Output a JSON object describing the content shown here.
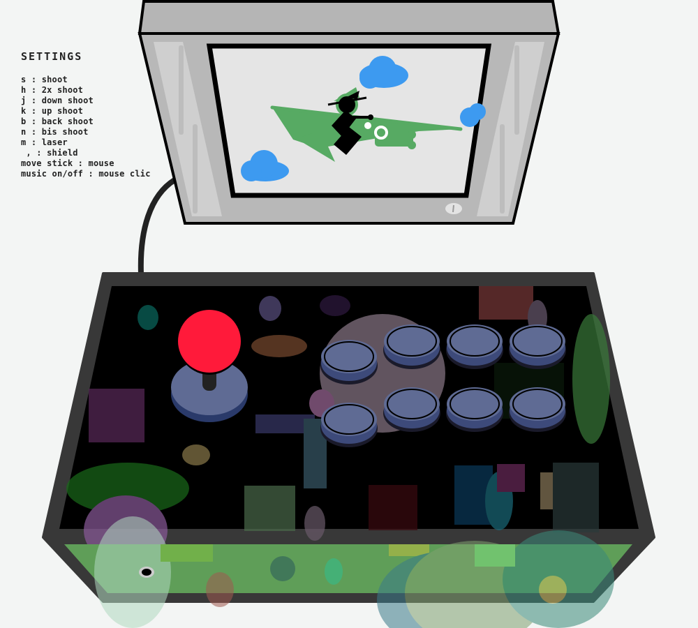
{
  "settings": {
    "title": "SETTINGS",
    "items": [
      "s : shoot",
      "h : 2x shoot",
      "j : down shoot",
      "k : up shoot",
      "b : back shoot",
      "n : bis shoot",
      "m : laser",
      " , : shield",
      "move stick : mouse",
      "music on/off : mouse clic"
    ]
  },
  "colors": {
    "background": "#f3f5f4",
    "cabinet": "#383838",
    "joystick_ball": "#ff1a3a",
    "button": "#5f6b94",
    "cloud": "#3d9af0",
    "plane": "#57aa63",
    "screen": "#e5e5e5"
  }
}
